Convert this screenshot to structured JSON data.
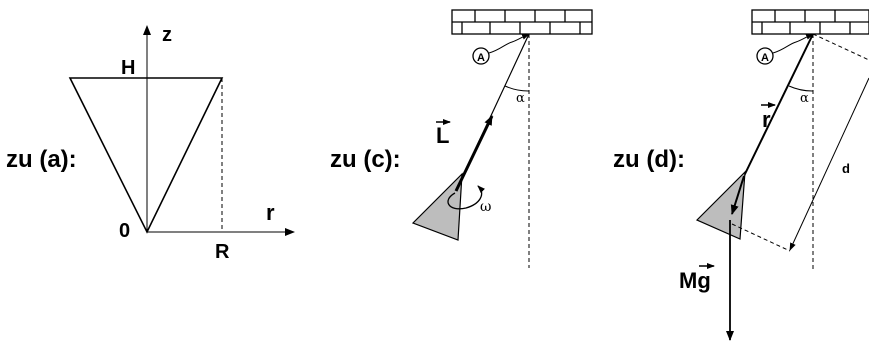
{
  "panels": [
    {
      "caption": "zu (a):",
      "axis_labels": {
        "z": "z",
        "r": "r"
      },
      "point_labels": {
        "H": "H",
        "origin": "0",
        "R": "R"
      }
    },
    {
      "caption": "zu (c):",
      "point_label": "A",
      "angle_label": "α",
      "vector_label": "L",
      "spin_label": "ω"
    },
    {
      "caption": "zu (d):",
      "point_label": "A",
      "angle_label": "α",
      "vector_label": "r",
      "distance_label": "d",
      "force_label": "Mg"
    }
  ]
}
